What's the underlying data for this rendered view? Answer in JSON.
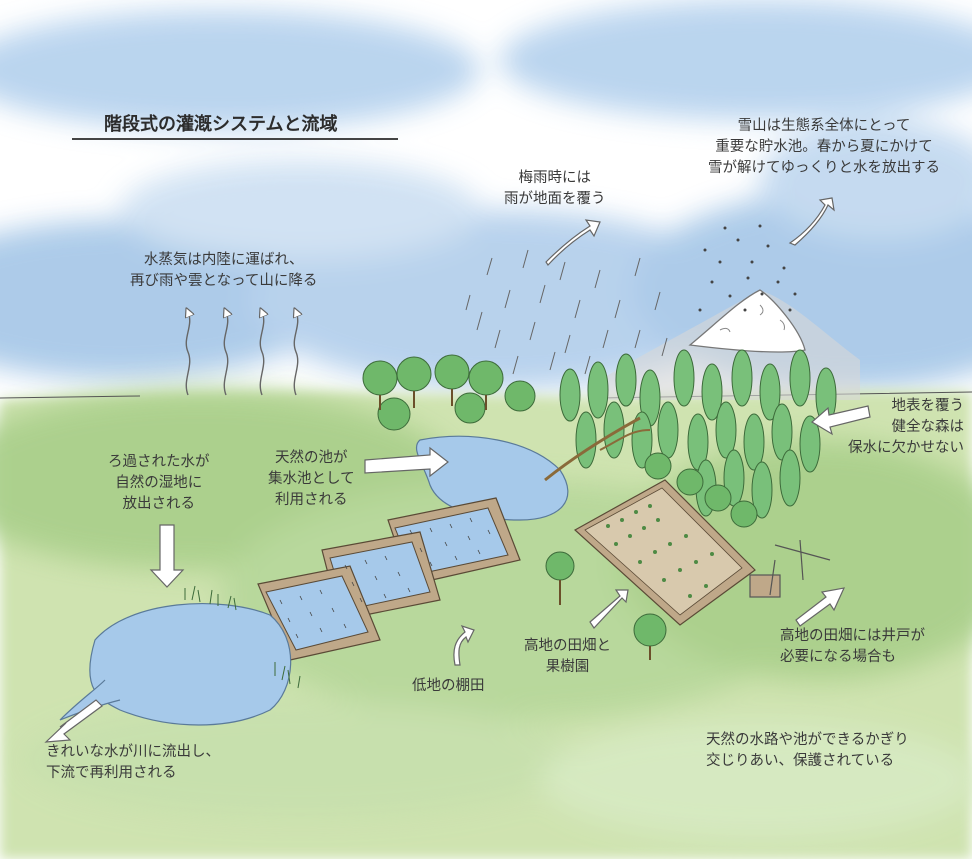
{
  "title": "階段式の灌漑システムと流域",
  "labels": {
    "snow_mountain": [
      "雪山は生態系全体にとって",
      "重要な貯水池。春から夏にかけて",
      "雪が解けてゆっくりと水を放出する"
    ],
    "rainy_season": [
      "梅雨時には",
      "雨が地面を覆う"
    ],
    "water_vapor": [
      "水蒸気は内陸に運ばれ、",
      "再び雨や雲となって山に降る"
    ],
    "forest": [
      "地表を覆う",
      "健全な森は",
      "保水に欠かせない"
    ],
    "filtered_water": [
      "ろ過された水が",
      "自然の湿地に",
      "放出される"
    ],
    "natural_pond": [
      "天然の池が",
      "集水池として",
      "利用される"
    ],
    "lowland_terraces": [
      "低地の棚田"
    ],
    "upland_fields": [
      "高地の田畑と",
      "果樹園"
    ],
    "wells": [
      "高地の田畑には井戸が",
      "必要になる場合も"
    ],
    "clean_river": [
      "きれいな水が川に流出し、",
      "下流で再利用される"
    ],
    "waterways": [
      "天然の水路や池ができるかぎり",
      "交じりあい、保護されている"
    ]
  },
  "colors": {
    "sky": "#a9c9e8",
    "grass": "#b8d79a",
    "water": "#a6c9ea",
    "tree": "#6fb86a",
    "soil": "#bfa889",
    "arrow": "#f4e6b2"
  }
}
